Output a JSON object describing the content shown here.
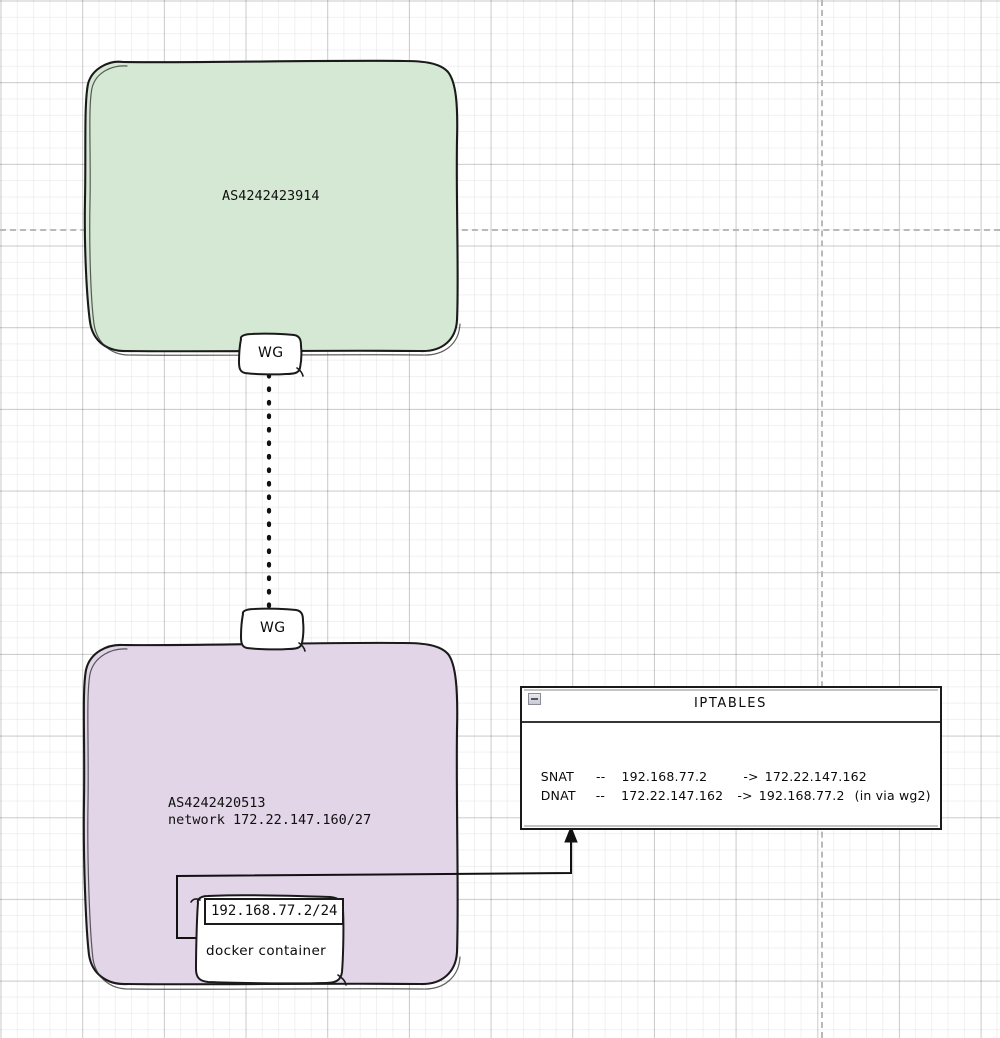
{
  "diagram": {
    "type": "network-topology",
    "style": "hand-drawn sketch",
    "background": "graph-paper-grid"
  },
  "colors": {
    "as_upstream_fill": "#d5e8d4",
    "as_local_fill": "#e1d5e7",
    "stroke": "#1a1a1a",
    "node_fill": "#ffffff",
    "grid_minor": "#e8e8e8",
    "grid_major": "#d0d0d0",
    "page_guide": "#b9b9b9"
  },
  "nodes": {
    "as_upstream": {
      "label": "AS4242423914",
      "fill": "#d5e8d4"
    },
    "as_local": {
      "label_line1": "AS4242420513",
      "label_line2": "network 172.22.147.160/27",
      "fill": "#e1d5e7"
    },
    "wg_top": {
      "label": "WG"
    },
    "wg_bottom": {
      "label": "WG"
    },
    "docker": {
      "label": "docker container",
      "ip_label": "192.168.77.2/24"
    }
  },
  "iptables_window": {
    "title": "IPTABLES",
    "minimize_icon": "minimize-icon",
    "rules": [
      {
        "chain": "SNAT",
        "dashes": "--",
        "source": "192.168.77.2",
        "arrow": "->",
        "target": "172.22.147.162",
        "note": ""
      },
      {
        "chain": "DNAT",
        "dashes": "--",
        "source": "172.22.147.162",
        "arrow": "->",
        "target": "192.168.77.2",
        "note": "(in via wg2)"
      }
    ]
  },
  "edges": {
    "wg_tunnel": {
      "style": "dotted",
      "from": "wg_top",
      "to": "wg_bottom"
    },
    "docker_to_iptables": {
      "style": "solid-arrow",
      "from": "docker",
      "to": "iptables_window"
    }
  }
}
